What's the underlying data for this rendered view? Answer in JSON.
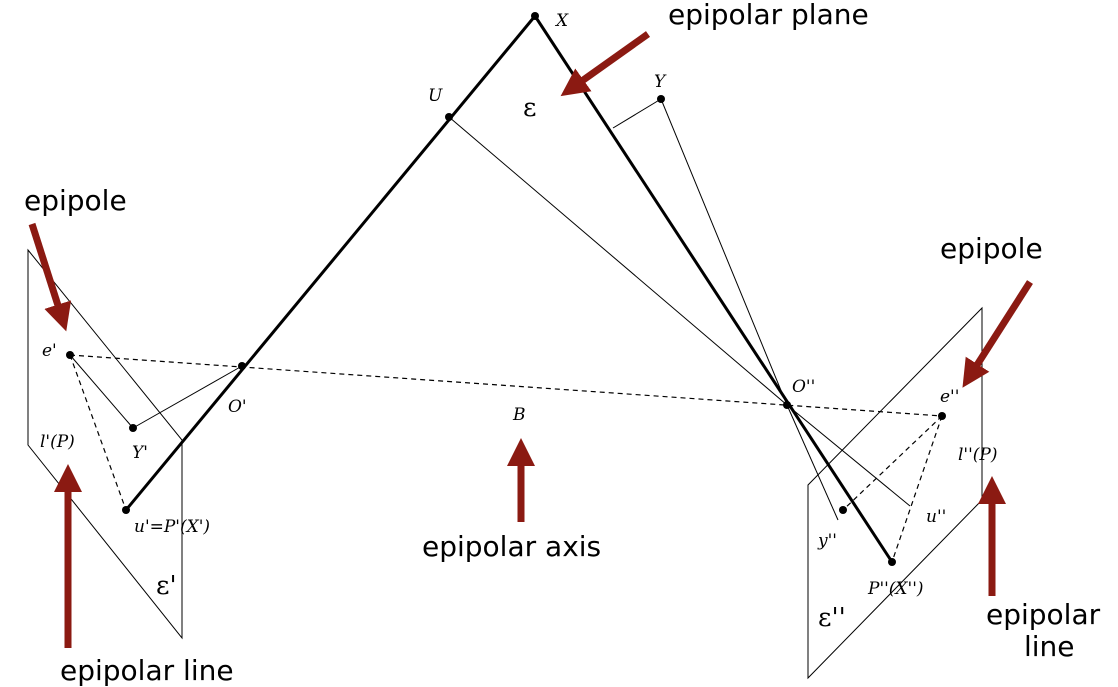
{
  "callouts": {
    "epipolar_plane": "epipolar plane",
    "epipole_left": "epipole",
    "epipole_right": "epipole",
    "epipolar_axis": "epipolar axis",
    "epipolar_line_left": "epipolar line",
    "epipolar_line_right_1": "epipolar",
    "epipolar_line_right_2": "line"
  },
  "labels": {
    "X": "X",
    "U": "U",
    "Y": "Y",
    "epsilon": "ε",
    "e_prime": "e'",
    "l_prime": "l'(P)",
    "Y_prime": "Y'",
    "O_prime": "O'",
    "u_prime": "u'=P'(X')",
    "epsilon_prime": "ε'",
    "B": "B",
    "O_dprime": "O''",
    "e_dprime": "e''",
    "l_dprime": "l''(P)",
    "u_dprime": "u''",
    "y_dprime": "y''",
    "P_dprime": "P''(X'')",
    "epsilon_dprime": "ε''"
  },
  "colors": {
    "arrow": "#8b1a12",
    "ink": "#000000"
  }
}
